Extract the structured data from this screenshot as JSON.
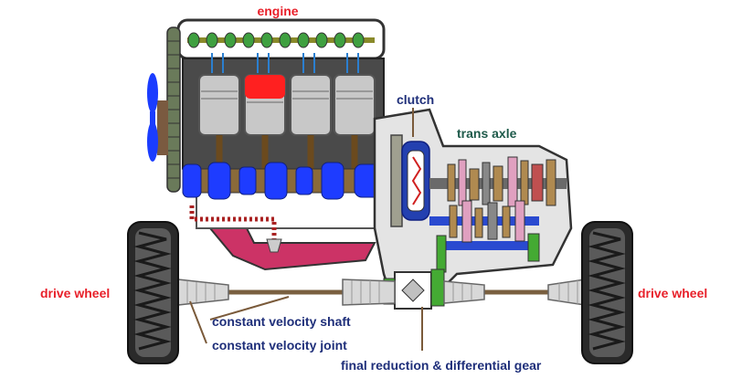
{
  "labels": {
    "engine": "engine",
    "clutch": "clutch",
    "trans_axle": "trans axle",
    "drive_wheel_left": "drive wheel",
    "drive_wheel_right": "drive wheel",
    "cv_shaft": "constant velocity shaft",
    "cv_joint": "constant velocity joint",
    "final_reduction": "final reduction & differential gear"
  },
  "colors": {
    "label_red": "#e8202a",
    "label_navy": "#1f2f7a",
    "label_green": "#1e5a4a",
    "engine_block": "#4a4a4a",
    "piston": "#c8c8c8",
    "piston_hot": "#ff2020",
    "crankshaft": "#1e3cff",
    "oil_pan": "#cc3366",
    "gear_green": "#44aa33",
    "tire": "#2a2a2a"
  }
}
